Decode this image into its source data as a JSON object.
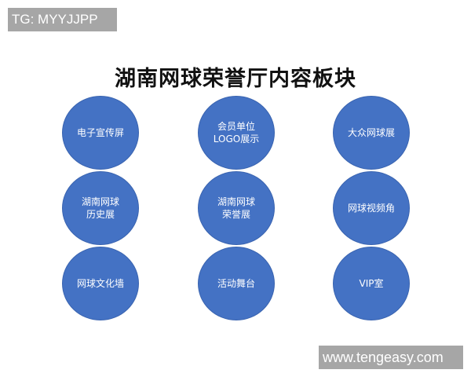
{
  "top_tag": "TG: MYYJJPP",
  "title": "湖南网球荣誉厅内容板块",
  "circle_color": "#4472c4",
  "circles": [
    {
      "lines": [
        "电子宣传屏"
      ]
    },
    {
      "lines": [
        "会员单位",
        "LOGO展示"
      ]
    },
    {
      "lines": [
        "大众网球展"
      ]
    },
    {
      "lines": [
        "湖南网球",
        "历史展"
      ]
    },
    {
      "lines": [
        "湖南网球",
        "荣誉展"
      ]
    },
    {
      "lines": [
        "网球视频角"
      ]
    },
    {
      "lines": [
        "网球文化墙"
      ]
    },
    {
      "lines": [
        "活动舞台"
      ]
    },
    {
      "lines": [
        "VIP室"
      ]
    }
  ],
  "watermark": "www.tengeasy.com"
}
